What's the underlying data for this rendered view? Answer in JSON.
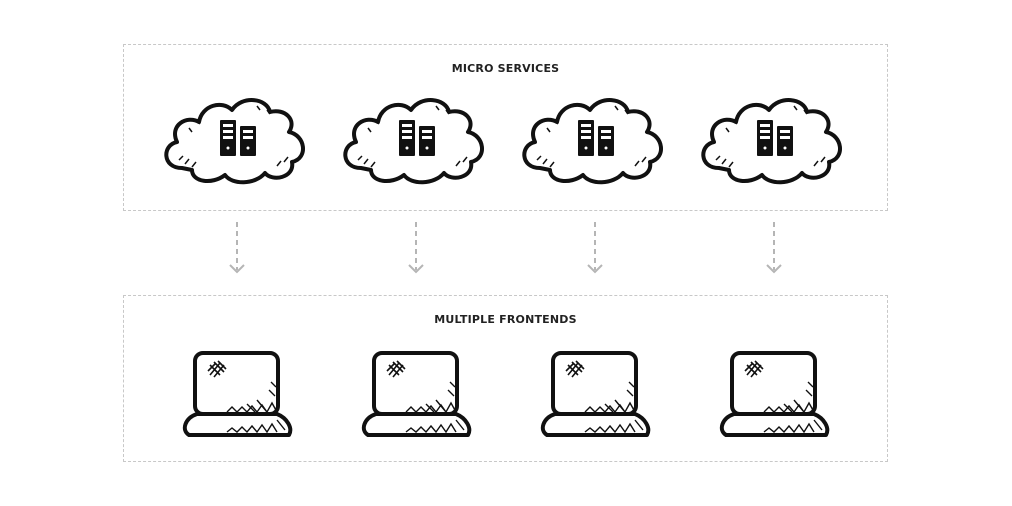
{
  "micro_services": {
    "title": "MICRO SERVICES",
    "items": [
      {
        "icon": "cloud-server-icon"
      },
      {
        "icon": "cloud-server-icon"
      },
      {
        "icon": "cloud-server-icon"
      },
      {
        "icon": "cloud-server-icon"
      }
    ]
  },
  "frontends": {
    "title": "MULTIPLE FRONTENDS",
    "items": [
      {
        "icon": "laptop-icon"
      },
      {
        "icon": "laptop-icon"
      },
      {
        "icon": "laptop-icon"
      },
      {
        "icon": "laptop-icon"
      }
    ]
  },
  "connections": [
    {
      "from": "micro_services.items.0",
      "to": "frontends.items.0",
      "style": "dashed-arrow"
    },
    {
      "from": "micro_services.items.1",
      "to": "frontends.items.1",
      "style": "dashed-arrow"
    },
    {
      "from": "micro_services.items.2",
      "to": "frontends.items.2",
      "style": "dashed-arrow"
    },
    {
      "from": "micro_services.items.3",
      "to": "frontends.items.3",
      "style": "dashed-arrow"
    }
  ],
  "colors": {
    "stroke": "#111111",
    "border": "#c8c8c8",
    "arrow": "#b5b5b5"
  }
}
